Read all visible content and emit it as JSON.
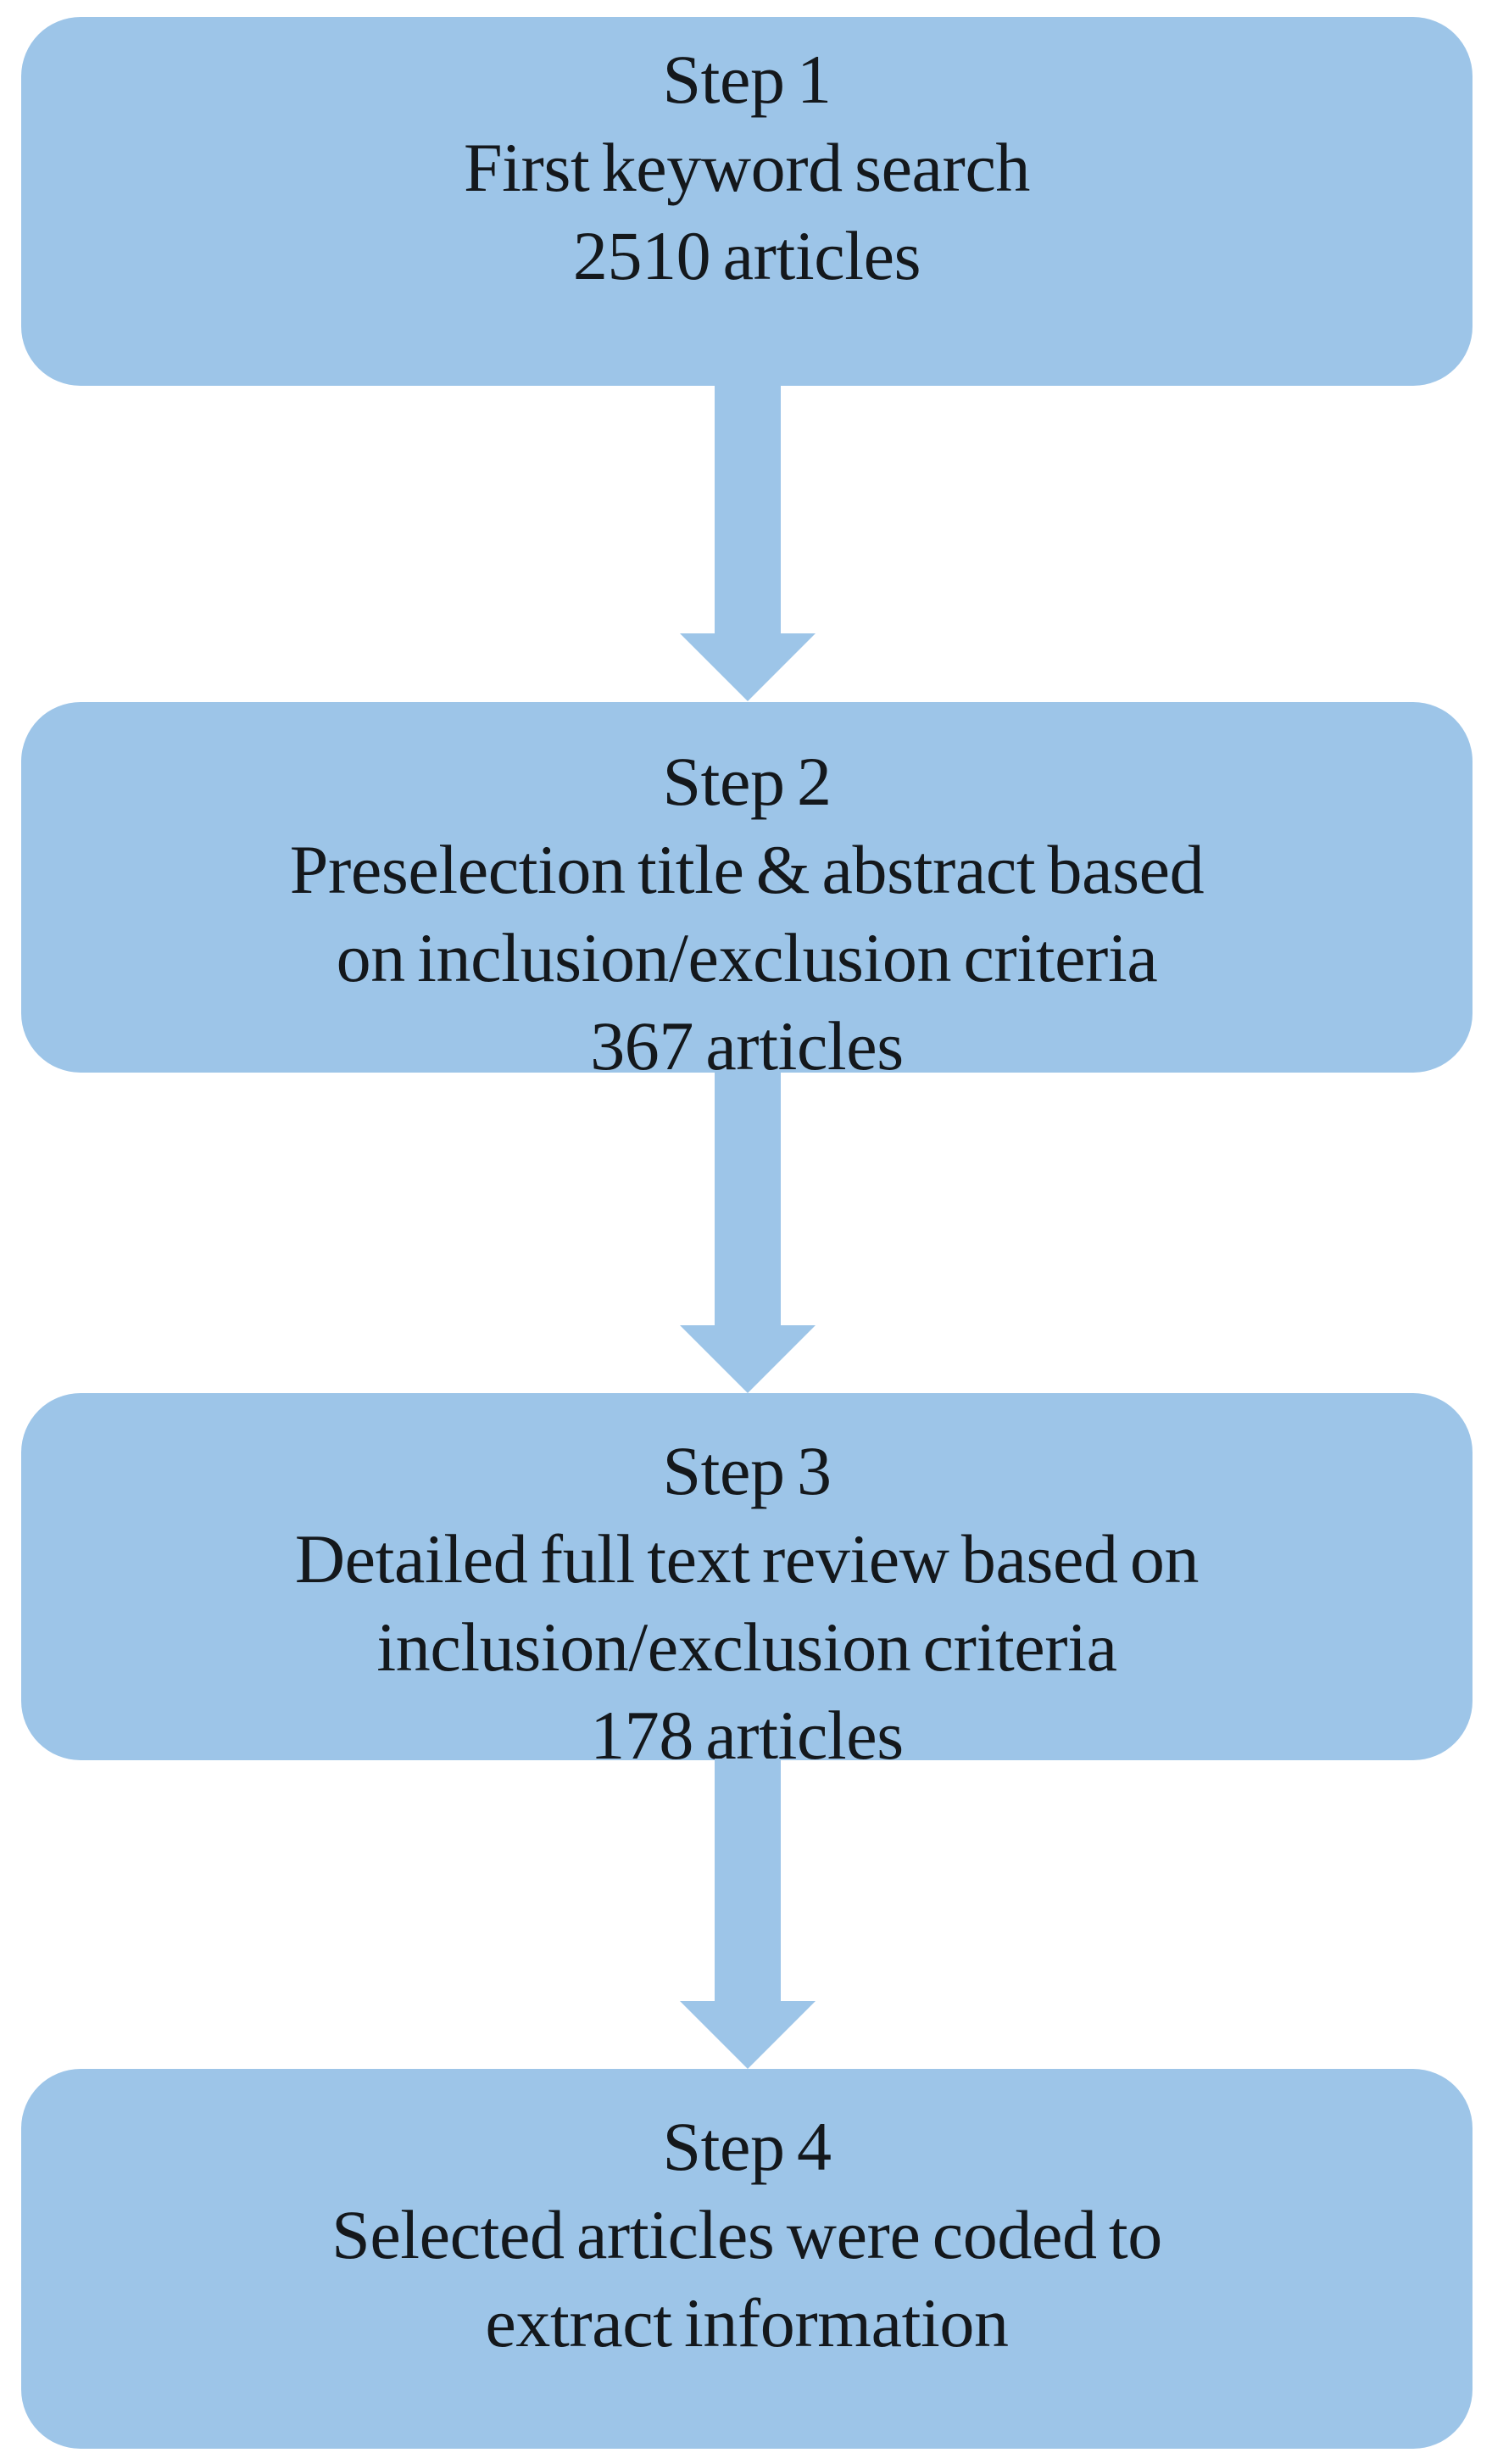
{
  "figure": {
    "type": "flowchart",
    "background_color": "#ffffff",
    "box_fill_color": "#9dc5e8",
    "arrow_fill_color": "#9dc5e8",
    "text_color": "#14181c",
    "steps": [
      {
        "id": "step-1",
        "lines": [
          "Step 1",
          "First keyword search",
          "2510 articles"
        ]
      },
      {
        "id": "step-2",
        "lines": [
          "Step 2",
          "Preselection title & abstract based",
          "on inclusion/exclusion criteria",
          "367 articles"
        ]
      },
      {
        "id": "step-3",
        "lines": [
          "Step 3",
          "Detailed full text review based on",
          "inclusion/exclusion criteria",
          "178 articles"
        ]
      },
      {
        "id": "step-4",
        "lines": [
          "Step 4",
          "Selected articles were coded to",
          "extract information"
        ]
      }
    ],
    "connectors": [
      {
        "from": "step-1",
        "to": "step-2",
        "direction": "down"
      },
      {
        "from": "step-2",
        "to": "step-3",
        "direction": "down"
      },
      {
        "from": "step-3",
        "to": "step-4",
        "direction": "down"
      }
    ]
  }
}
